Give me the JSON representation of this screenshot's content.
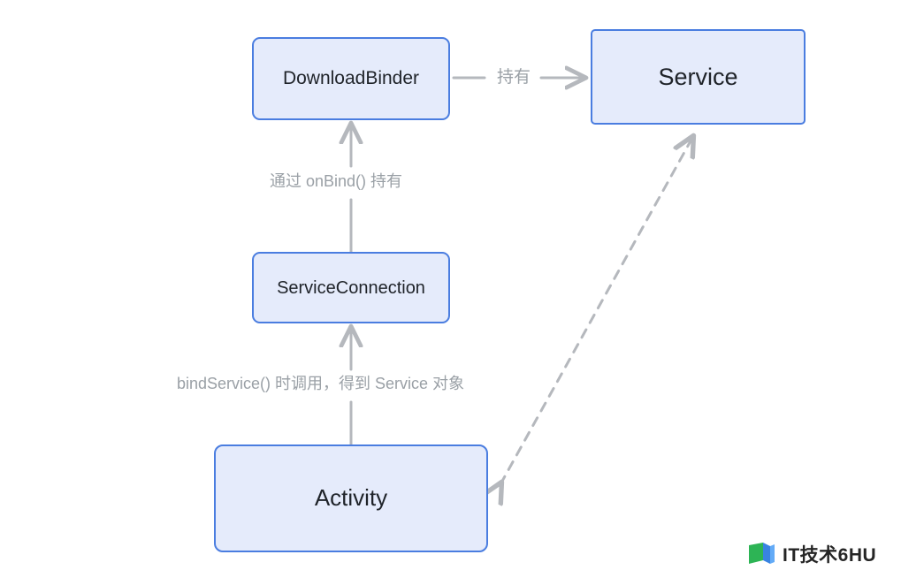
{
  "diagram": {
    "type": "flow-diagram",
    "background_color": "#ffffff",
    "node_fill": "#e5ebfb",
    "node_border": "#4a7de0",
    "edge_color": "#b5b8bd",
    "label_color": "#9aa0a6",
    "nodes": [
      {
        "id": "downloadbinder",
        "label": "DownloadBinder"
      },
      {
        "id": "serviceconnection",
        "label": "ServiceConnection"
      },
      {
        "id": "activity",
        "label": "Activity"
      },
      {
        "id": "service",
        "label": "Service"
      }
    ],
    "edges": [
      {
        "id": "hold",
        "from": "DownloadBinder",
        "to": "Service",
        "label": "持有",
        "style": "solid",
        "direction": "forward"
      },
      {
        "id": "onbind",
        "from": "ServiceConnection",
        "to": "DownloadBinder",
        "label": "通过 onBind() 持有",
        "style": "solid",
        "direction": "forward"
      },
      {
        "id": "bindservice",
        "from": "Activity",
        "to": "ServiceConnection",
        "label": "bindService() 时调用，得到 Service 对象",
        "style": "solid",
        "direction": "forward"
      },
      {
        "id": "activity-service",
        "from": "Activity",
        "to": "Service",
        "label": "",
        "style": "dashed",
        "direction": "both"
      }
    ]
  },
  "watermark": {
    "text": "IT技术6HU",
    "logo_icon": "book-logo-icon",
    "logo_colors": [
      "#22b14c",
      "#2f7de0",
      "#5ba7f7"
    ]
  }
}
